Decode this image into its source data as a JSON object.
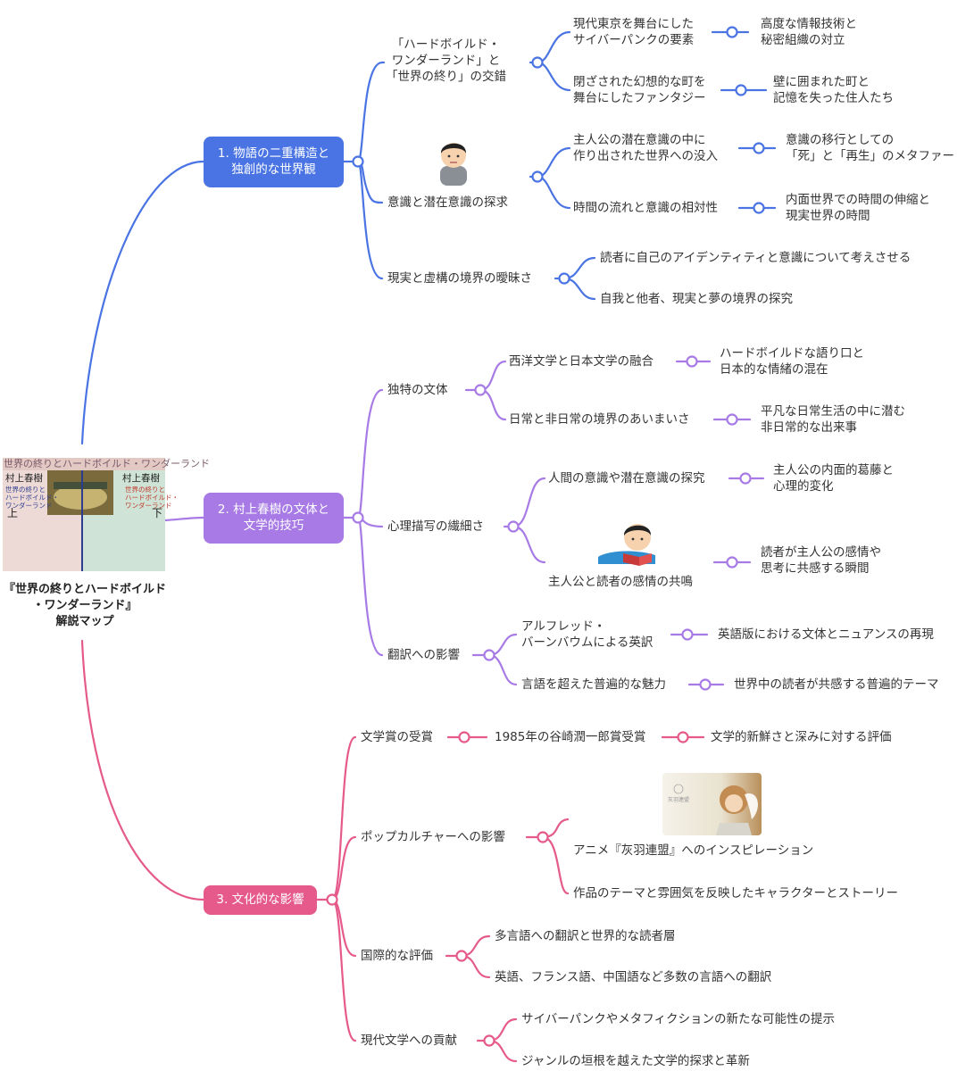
{
  "colors": {
    "blue": "#4a74e3",
    "purple": "#a77ae6",
    "pink": "#e55a8b"
  },
  "root": {
    "title": "『世界の終りとハードボイルド\n・ワンダーランド』\n解説マップ",
    "cover": {
      "top_text": "世界の終りとハードボイルド・ワンダーランド",
      "author_left": "村上春樹",
      "author_right": "村上春樹",
      "sub_left": "世界の終りと\nハードボイルド・\nワンダーランド",
      "sub_right": "世界の終りと\nハードボイルド・\nワンダーランド",
      "vol_left": "上",
      "vol_right": "下"
    }
  },
  "branches": [
    {
      "label": "1. 物語の二重構造と\n独創的な世界観",
      "children": [
        {
          "label": "「ハードボイルド・\nワンダーランド」と\n「世界の終り」の交錯",
          "children": [
            {
              "label": "現代東京を舞台にした\nサイバーパンクの要素",
              "leaf": "高度な情報技術と\n秘密組織の対立"
            },
            {
              "label": "閉ざされた幻想的な町を\n舞台にしたファンタジー",
              "leaf": "壁に囲まれた町と\n記憶を失った住人たち"
            }
          ]
        },
        {
          "label": "意識と潜在意識の探求",
          "icon": "thinking-man-icon",
          "children": [
            {
              "label": "主人公の潜在意識の中に\n作り出された世界への没入",
              "leaf": "意識の移行としての\n「死」と「再生」のメタファー"
            },
            {
              "label": "時間の流れと意識の相対性",
              "leaf": "内面世界での時間の伸縮と\n現実世界の時間"
            }
          ]
        },
        {
          "label": "現実と虚構の境界の曖昧さ",
          "children": [
            {
              "label": "読者に自己のアイデンティティと意識について考えさせる"
            },
            {
              "label": "自我と他者、現実と夢の境界の探究"
            }
          ]
        }
      ]
    },
    {
      "label": "2. 村上春樹の文体と\n文学的技巧",
      "children": [
        {
          "label": "独特の文体",
          "children": [
            {
              "label": "西洋文学と日本文学の融合",
              "leaf": "ハードボイルドな語り口と\n日本的な情緒の混在"
            },
            {
              "label": "日常と非日常の境界のあいまいさ",
              "leaf": "平凡な日常生活の中に潜む\n非日常的な出来事"
            }
          ]
        },
        {
          "label": "心理描写の繊細さ",
          "children": [
            {
              "label": "人間の意識や潜在意識の探究",
              "leaf": "主人公の内面的葛藤と\n心理的変化"
            },
            {
              "label": "主人公と読者の感情の共鳴",
              "icon": "reading-boy-icon",
              "leaf": "読者が主人公の感情や\n思考に共感する瞬間"
            }
          ]
        },
        {
          "label": "翻訳への影響",
          "children": [
            {
              "label": "アルフレッド・\nバーンバウムによる英訳",
              "leaf": "英語版における文体とニュアンスの再現"
            },
            {
              "label": "言語を超えた普遍的な魅力",
              "leaf": "世界中の読者が共感する普遍的テーマ"
            }
          ]
        }
      ]
    },
    {
      "label": "3. 文化的な影響",
      "children": [
        {
          "label": "文学賞の受賞",
          "children": [
            {
              "label": "1985年の谷崎潤一郎賞受賞",
              "leaf": "文学的新鮮さと深みに対する評価"
            }
          ]
        },
        {
          "label": "ポップカルチャーへの影響",
          "children": [
            {
              "label": "アニメ『灰羽連盟』へのインスピレーション",
              "icon": "anime-image-icon"
            },
            {
              "label": "作品のテーマと雰囲気を反映したキャラクターとストーリー"
            }
          ]
        },
        {
          "label": "国際的な評価",
          "children": [
            {
              "label": "多言語への翻訳と世界的な読者層"
            },
            {
              "label": "英語、フランス語、中国語など多数の言語への翻訳"
            }
          ]
        },
        {
          "label": "現代文学への貢献",
          "children": [
            {
              "label": "サイバーパンクやメタフィクションの新たな可能性の提示"
            },
            {
              "label": "ジャンルの垣根を越えた文学的探求と革新"
            }
          ]
        }
      ]
    }
  ]
}
